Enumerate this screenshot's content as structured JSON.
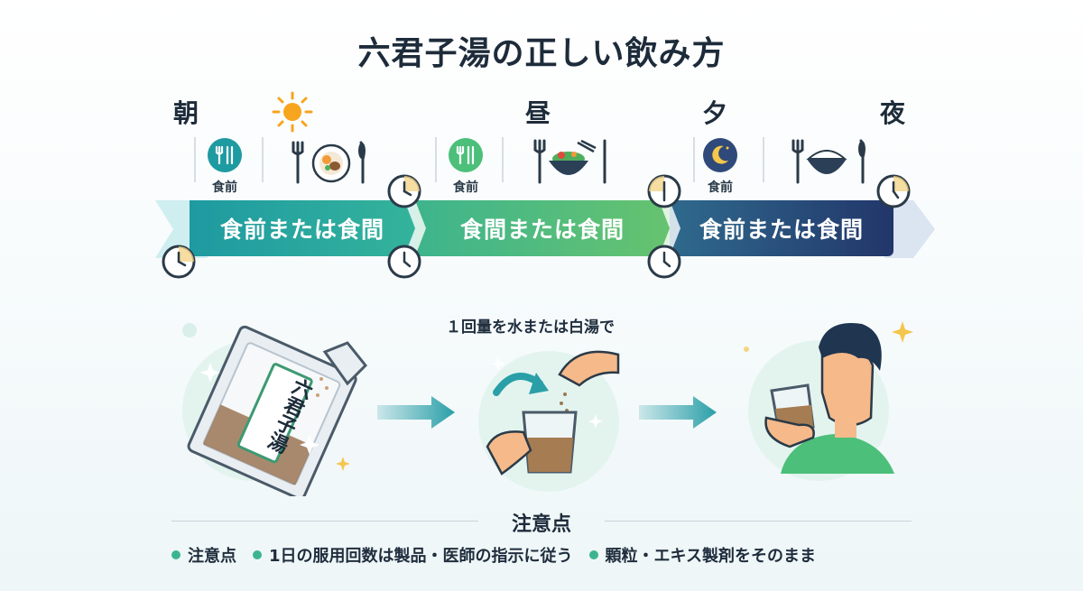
{
  "title": "六君子湯の正しい飲み方",
  "periods": {
    "morning": "朝",
    "noon": "昼",
    "evening": "夕",
    "night": "夜"
  },
  "timeline": {
    "icon_labels": [
      "食前",
      "食前",
      "食前"
    ],
    "bands": [
      "食前または食間",
      "食間または食間",
      "食前または食間"
    ]
  },
  "steps": {
    "packet_text": "六君子湯",
    "caption": "１回量を水または白湯で"
  },
  "notes": {
    "title": "注意点",
    "items": [
      "注意点",
      "1日の服用回数は製品・医師の指示に従う",
      "顆粒・エキス製剤をそのまま"
    ]
  },
  "colors": {
    "teal": "#1e9aa1",
    "green": "#4cbf7a",
    "navy": "#22366a",
    "arrow": "#2a9fa8",
    "sun": "#f7a51e"
  },
  "icons": [
    "sun-icon",
    "fork-knife-icon",
    "plate-icon",
    "clock-icon",
    "moon-icon",
    "rice-bowl-icon",
    "salad-bowl-icon",
    "arrow-right-icon",
    "sparkle-icon"
  ]
}
